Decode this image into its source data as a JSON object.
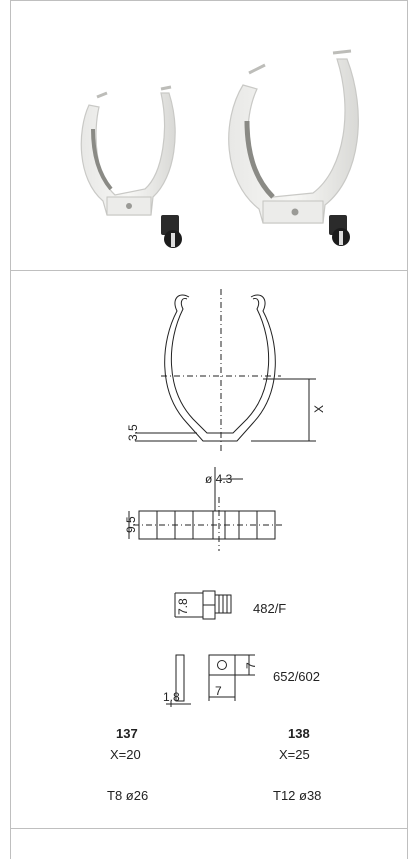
{
  "photo_panel": {
    "products": [
      {
        "icon": "tube-clip-small"
      },
      {
        "icon": "tube-clip-large"
      }
    ]
  },
  "drawing_panel": {
    "clip_front": {
      "height_label": "3.5",
      "dim_label": "X"
    },
    "base_block": {
      "hole_label": "ø 4.3",
      "height_label": "9.5"
    },
    "screw": {
      "dim_label": "7.8",
      "code": "482/F"
    },
    "nut": {
      "thickness_label": "1.8",
      "width_label": "7",
      "height_label": "7",
      "code": "652/602"
    }
  },
  "variants": [
    {
      "code": "137",
      "x_value": "X=20",
      "tube": "T8 ø26"
    },
    {
      "code": "138",
      "x_value": "X=25",
      "tube": "T12 ø38"
    }
  ]
}
